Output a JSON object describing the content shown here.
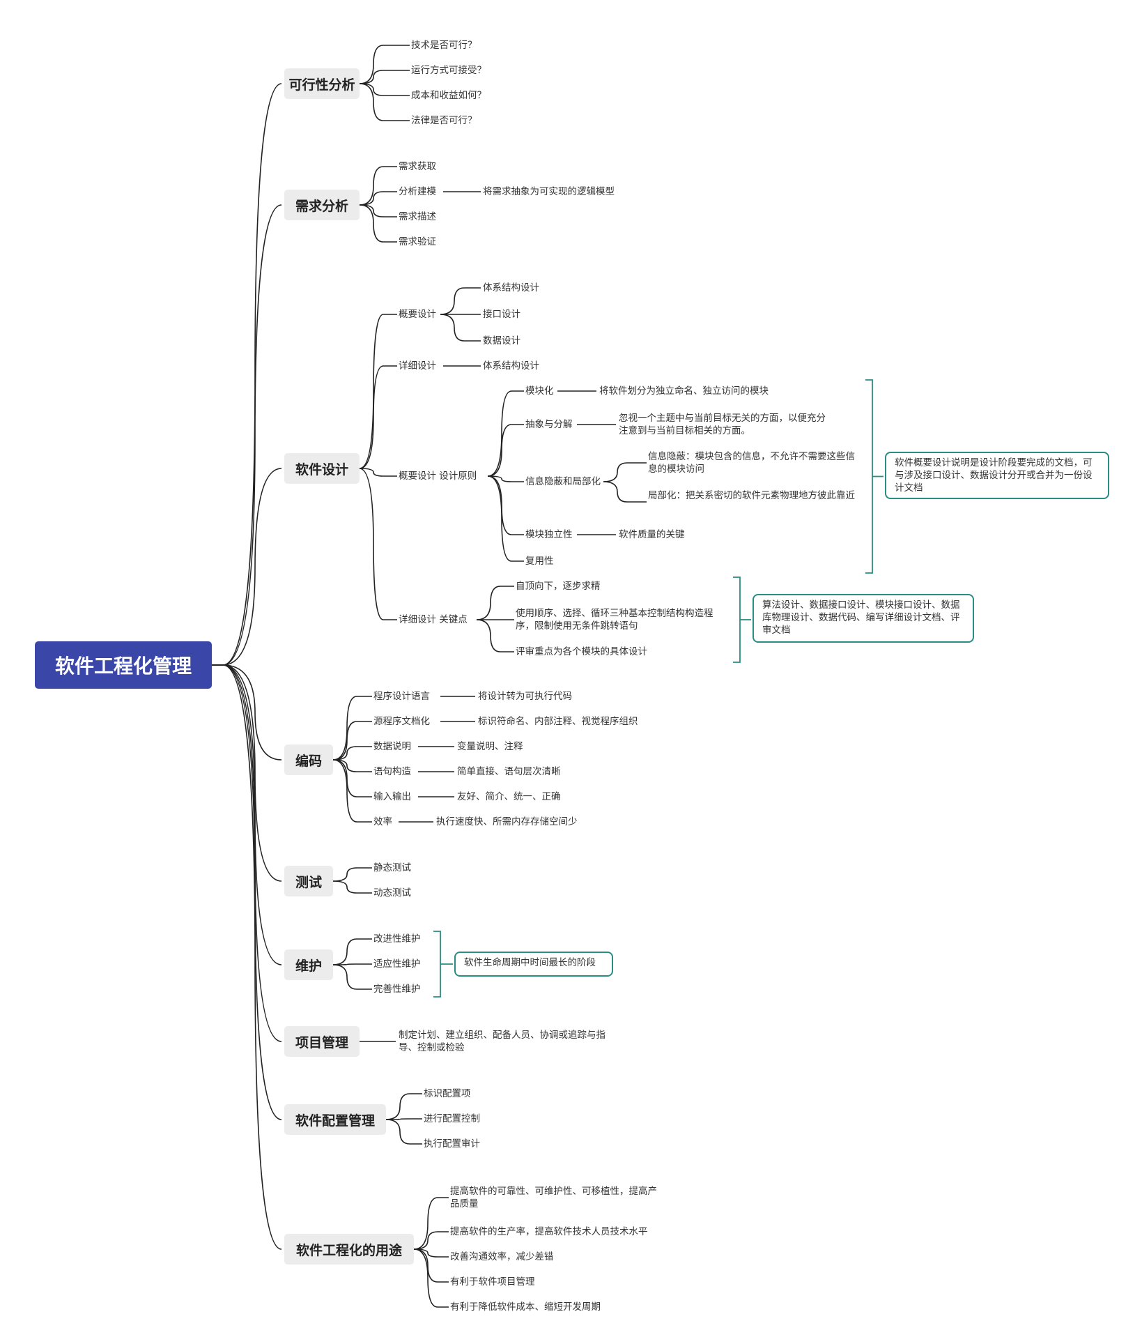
{
  "root": "软件工程化管理",
  "topics": {
    "feasibility": {
      "title": "可行性分析",
      "items": [
        "技术是否可行？",
        "运行方式可接受？",
        "成本和收益如何？",
        "法律是否可行？"
      ]
    },
    "requirements": {
      "title": "需求分析",
      "items": [
        "需求获取",
        "分析建模",
        "需求描述",
        "需求验证"
      ],
      "modeling_detail": "将需求抽象为可实现的逻辑模型"
    },
    "design": {
      "title": "软件设计",
      "outline": {
        "label": "概要设计",
        "items": [
          "体系结构设计",
          "接口设计",
          "数据设计"
        ]
      },
      "detail": {
        "label": "详细设计",
        "value": "体系结构设计"
      },
      "principles": {
        "label": "概要设计 设计原则",
        "modularity": {
          "label": "模块化",
          "value": "将软件划分为独立命名、独立访问的模块"
        },
        "abstraction": {
          "label": "抽象与分解",
          "value": "忽视一个主题中与当前目标无关的方面，以便充分注意到与当前目标相关的方面。"
        },
        "hiding": {
          "label": "信息隐蔽和局部化",
          "items": [
            "信息隐蔽：模块包含的信息，不允许不需要这些信息的模块访问",
            "局部化：把关系密切的软件元素物理地方彼此靠近"
          ]
        },
        "independence": {
          "label": "模块独立性",
          "value": "软件质量的关键"
        },
        "reuse": {
          "label": "复用性"
        },
        "note": "软件概要设计说明是设计阶段要完成的文档，可与涉及接口设计、数据设计分开或合并为一份设计文档"
      },
      "key_points": {
        "label": "详细设计 关键点",
        "items": [
          "自顶向下，逐步求精",
          "使用顺序、选择、循环三种基本控制结构构造程序，限制使用无条件跳转语句",
          "评审重点为各个模块的具体设计"
        ],
        "note": "算法设计、数据接口设计、模块接口设计、数据库物理设计、数据代码、编写详细设计文档、评审文档"
      }
    },
    "coding": {
      "title": "编码",
      "items": [
        {
          "label": "程序设计语言",
          "value": "将设计转为可执行代码"
        },
        {
          "label": "源程序文档化",
          "value": "标识符命名、内部注释、视觉程序组织"
        },
        {
          "label": "数据说明",
          "value": "变量说明、注释"
        },
        {
          "label": "语句构造",
          "value": "简单直接、语句层次清晰"
        },
        {
          "label": "输入输出",
          "value": "友好、简介、统一、正确"
        },
        {
          "label": "效率",
          "value": "执行速度快、所需内存存储空间少"
        }
      ]
    },
    "testing": {
      "title": "测试",
      "items": [
        "静态测试",
        "动态测试"
      ]
    },
    "maintenance": {
      "title": "维护",
      "items": [
        "改进性维护",
        "适应性维护",
        "完善性维护"
      ],
      "note": "软件生命周期中时间最长的阶段"
    },
    "project": {
      "title": "项目管理",
      "value": "制定计划、建立组织、配备人员、协调或追踪与指导、控制或检验"
    },
    "config": {
      "title": "软件配置管理",
      "items": [
        "标识配置项",
        "进行配置控制",
        "执行配置审计"
      ]
    },
    "usage": {
      "title": "软件工程化的用途",
      "items": [
        "提高软件的可靠性、可维护性、可移植性，提高产品质量",
        "提高软件的生产率，提高软件技术人员技术水平",
        "改善沟通效率，减少差错",
        "有利于软件项目管理",
        "有利于降低软件成本、缩短开发周期"
      ]
    }
  },
  "colors": {
    "root": "#3a47a8",
    "topic_bg": "#ececec",
    "note_border": "#2a8c82",
    "line": "#222222"
  }
}
